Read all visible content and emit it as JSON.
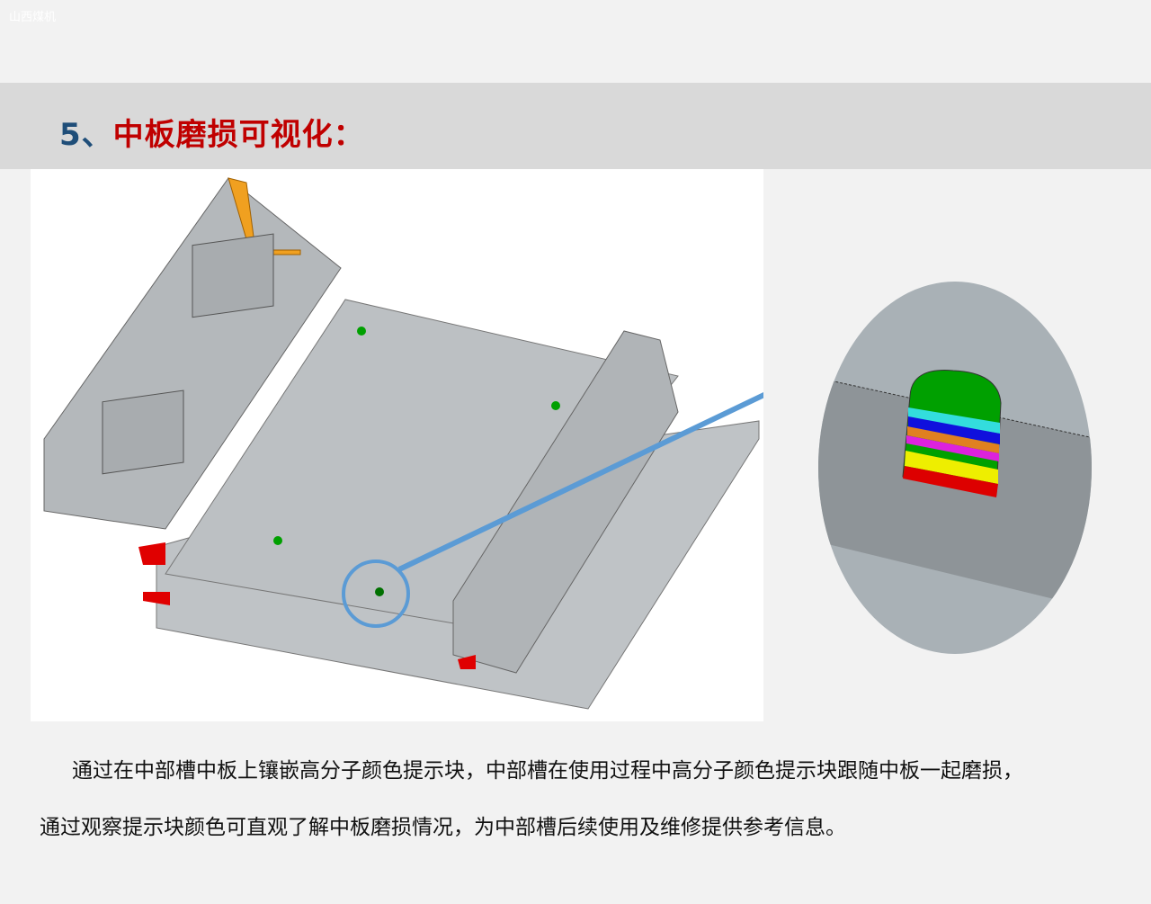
{
  "watermark": "山西煤机",
  "title": {
    "number": "5、",
    "text": "中板磨损可视化："
  },
  "body": {
    "line1": "通过在中部槽中板上镶嵌高分子颜色提示块，中部槽在使用过程中高分子颜色提示块跟随中板一起磨损，",
    "line2": "通过观察提示块颜色可直观了解中板磨损情况，为中部槽后续使用及维修提供参考信息。"
  },
  "colors": {
    "title": "#c00000",
    "number": "#1f4e79",
    "arrow": "#5b9bd5"
  },
  "indicator_layers": [
    "#00a000",
    "#0a8a0a",
    "#33dddd",
    "#1010dd",
    "#e08020",
    "#dd22dd",
    "#109010",
    "#eeee00",
    "#dd0000"
  ]
}
